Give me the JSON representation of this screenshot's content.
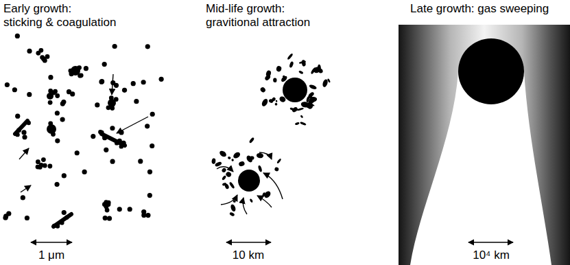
{
  "diagram": {
    "labels": [
      "Early growth: sticking & coagulation",
      "Mid-life growth: gravitional attraction",
      "Late growth: gas sweeping",
      "1 μm",
      "10 km",
      "10⁴ km"
    ]
  }
}
